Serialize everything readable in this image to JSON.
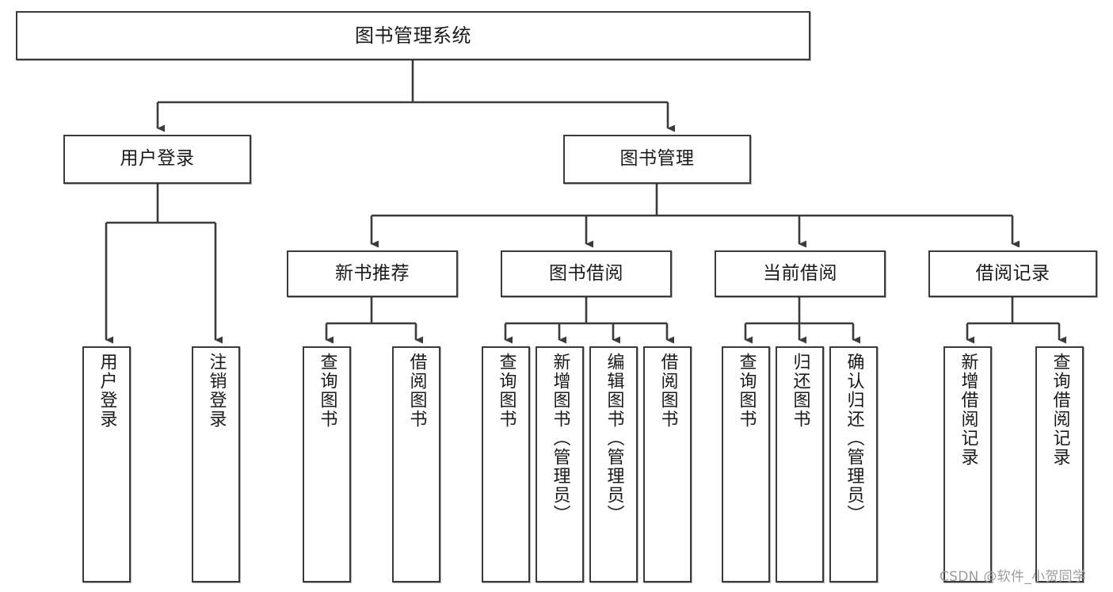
{
  "diagram": {
    "title": "图书管理系统",
    "type": "tree-hierarchy-chart",
    "watermark": "CSDN @软件_小贺同学",
    "colors": {
      "box_border": "#3b3b3b",
      "box_fill": "#ffffff",
      "edge": "#3b3b3b",
      "text": "#1a1a1a",
      "watermark": "#9c9c9c",
      "background": "#ffffff"
    },
    "nodes": {
      "root": {
        "id": "root",
        "label": "图书管理系统",
        "level": 1,
        "orientation": "horizontal"
      },
      "level2": [
        {
          "id": "user-login",
          "label": "用户登录",
          "level": 2,
          "orientation": "horizontal"
        },
        {
          "id": "book-manage",
          "label": "图书管理",
          "level": 2,
          "orientation": "horizontal"
        }
      ],
      "level3": [
        {
          "id": "new-book-recommend",
          "label": "新书推荐",
          "level": 3,
          "orientation": "horizontal",
          "parent": "book-manage"
        },
        {
          "id": "book-borrow",
          "label": "图书借阅",
          "level": 3,
          "orientation": "horizontal",
          "parent": "book-manage"
        },
        {
          "id": "current-borrow",
          "label": "当前借阅",
          "level": 3,
          "orientation": "horizontal",
          "parent": "book-manage"
        },
        {
          "id": "borrow-record",
          "label": "借阅记录",
          "level": 3,
          "orientation": "horizontal",
          "parent": "book-manage"
        }
      ],
      "leaves": [
        {
          "id": "leaf-user-login",
          "label": "用户登录",
          "parent": "user-login",
          "orientation": "vertical"
        },
        {
          "id": "leaf-logout-login",
          "label": "注销登录",
          "parent": "user-login",
          "orientation": "vertical"
        },
        {
          "id": "leaf-query-book-1",
          "label": "查询图书",
          "parent": "new-book-recommend",
          "orientation": "vertical"
        },
        {
          "id": "leaf-borrow-book-1",
          "label": "借阅图书",
          "parent": "new-book-recommend",
          "orientation": "vertical"
        },
        {
          "id": "leaf-query-book-2",
          "label": "查询图书",
          "parent": "book-borrow",
          "orientation": "vertical"
        },
        {
          "id": "leaf-add-book",
          "label": "新增图书（管理员）",
          "parent": "book-borrow",
          "orientation": "vertical"
        },
        {
          "id": "leaf-edit-book",
          "label": "编辑图书（管理员）",
          "parent": "book-borrow",
          "orientation": "vertical"
        },
        {
          "id": "leaf-borrow-book-2",
          "label": "借阅图书",
          "parent": "book-borrow",
          "orientation": "vertical"
        },
        {
          "id": "leaf-query-book-3",
          "label": "查询图书",
          "parent": "current-borrow",
          "orientation": "vertical"
        },
        {
          "id": "leaf-return-book",
          "label": "归还图书",
          "parent": "current-borrow",
          "orientation": "vertical"
        },
        {
          "id": "leaf-confirm-return",
          "label": "确认归还（管理员）",
          "parent": "current-borrow",
          "orientation": "vertical"
        },
        {
          "id": "leaf-add-record",
          "label": "新增借阅记录",
          "parent": "borrow-record",
          "orientation": "vertical"
        },
        {
          "id": "leaf-query-record",
          "label": "查询借阅记录",
          "parent": "borrow-record",
          "orientation": "vertical"
        }
      ]
    }
  }
}
